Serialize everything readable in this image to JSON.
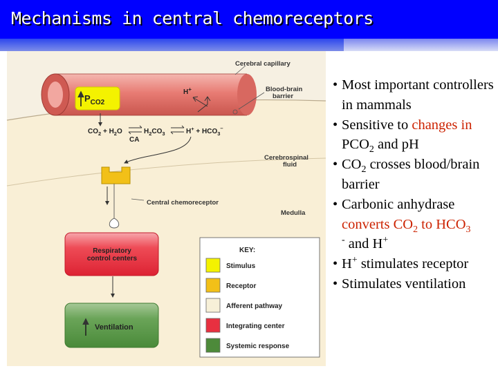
{
  "slide": {
    "title": "Mechanisms in central chemoreceptors"
  },
  "colors": {
    "title_bar": "#0000ff",
    "emphasis": "#cc2200"
  },
  "diagram": {
    "labels": {
      "cerebral_capillary": "Cerebral capillary",
      "blood_brain_barrier_line1": "Blood-brain",
      "blood_brain_barrier_line2": "barrier",
      "pco2_p": "P",
      "pco2_sub": "CO2",
      "hplus_main": "H",
      "hplus_sup": "+",
      "ca": "CA",
      "csf_line1": "Cerebrospinal",
      "csf_line2": "fluid",
      "central_chemoreceptor": "Central chemoreceptor",
      "medulla": "Medulla",
      "respiratory_line1": "Respiratory",
      "respiratory_line2": "control centers",
      "ventilation": "Ventilation"
    },
    "equation": {
      "co2": "CO",
      "co2_sub": "2",
      "plus1": " + H",
      "h2o_sub": "2",
      "o": "O",
      "h2co3": "H",
      "h2co3_sub": "2",
      "co3": "CO",
      "co3_sub": "3",
      "hplus": "H",
      "hplus_sup": "+",
      "plus2": " + HCO",
      "hco3_sub": "3",
      "hco3_sup": "–"
    },
    "key": {
      "title": "KEY:",
      "items": [
        {
          "label": "Stimulus",
          "color": "#f4f200"
        },
        {
          "label": "Receptor",
          "color": "#f2c018"
        },
        {
          "label": "Afferent pathway",
          "color": "#f7f0d8"
        },
        {
          "label": "Integrating center",
          "color": "#e83040"
        },
        {
          "label": "Systemic response",
          "color": "#4d8a3a"
        }
      ]
    }
  },
  "bullets": {
    "b1": "Most important controllers in mammals",
    "b2_pre": "Sensitive to ",
    "b2_red": "changes in",
    "b2_mid": " PCO",
    "b2_sub": "2",
    "b2_post": " and pH",
    "b3_pre": "CO",
    "b3_sub": "2",
    "b3_post": " crosses blood/brain barrier",
    "b4_pre": "Carbonic anhydrase ",
    "b4_red1": "converts CO",
    "b4_sub1": "2",
    "b4_red2": " to HCO",
    "b4_sub2": "3",
    "b4_sup": "-",
    "b4_post": " and H",
    "b4_sup2": "+",
    "b5_pre": "H",
    "b5_sup": "+",
    "b5_post": " stimulates receptor",
    "b6": "Stimulates ventilation"
  }
}
